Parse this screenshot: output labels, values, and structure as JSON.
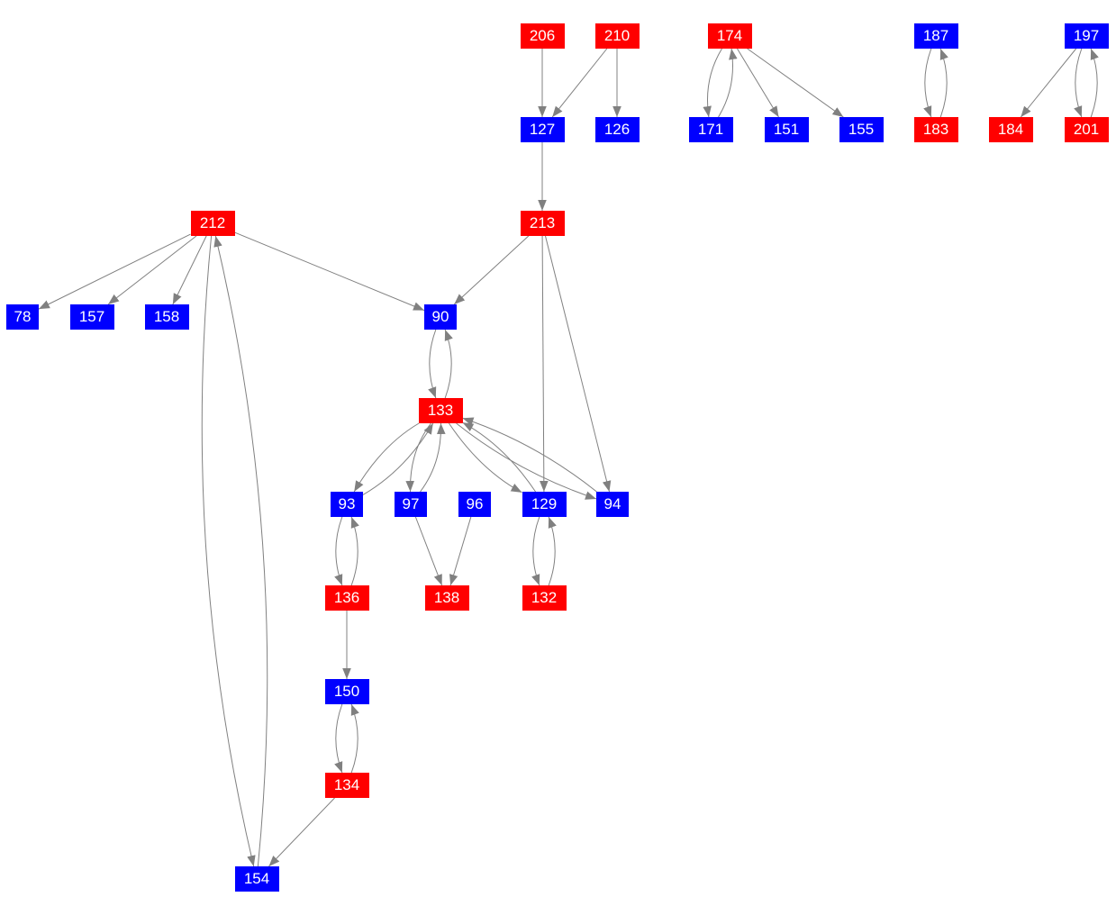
{
  "colors": {
    "red": "#ff0000",
    "blue": "#0000ff",
    "edge": "#808080"
  },
  "nodes": [
    {
      "id": "206",
      "color": "red"
    },
    {
      "id": "210",
      "color": "red"
    },
    {
      "id": "174",
      "color": "red"
    },
    {
      "id": "187",
      "color": "blue"
    },
    {
      "id": "197",
      "color": "blue"
    },
    {
      "id": "127",
      "color": "blue"
    },
    {
      "id": "126",
      "color": "blue"
    },
    {
      "id": "171",
      "color": "blue"
    },
    {
      "id": "151",
      "color": "blue"
    },
    {
      "id": "155",
      "color": "blue"
    },
    {
      "id": "183",
      "color": "red"
    },
    {
      "id": "184",
      "color": "red"
    },
    {
      "id": "201",
      "color": "red"
    },
    {
      "id": "212",
      "color": "red"
    },
    {
      "id": "213",
      "color": "red"
    },
    {
      "id": "78",
      "color": "blue"
    },
    {
      "id": "157",
      "color": "blue"
    },
    {
      "id": "158",
      "color": "blue"
    },
    {
      "id": "90",
      "color": "blue"
    },
    {
      "id": "133",
      "color": "red"
    },
    {
      "id": "93",
      "color": "blue"
    },
    {
      "id": "97",
      "color": "blue"
    },
    {
      "id": "96",
      "color": "blue"
    },
    {
      "id": "129",
      "color": "blue"
    },
    {
      "id": "94",
      "color": "blue"
    },
    {
      "id": "136",
      "color": "red"
    },
    {
      "id": "138",
      "color": "red"
    },
    {
      "id": "132",
      "color": "red"
    },
    {
      "id": "150",
      "color": "blue"
    },
    {
      "id": "134",
      "color": "red"
    },
    {
      "id": "154",
      "color": "blue"
    }
  ],
  "edges": [
    [
      "206",
      "127"
    ],
    [
      "210",
      "127"
    ],
    [
      "210",
      "126"
    ],
    [
      "174",
      "171"
    ],
    [
      "171",
      "174"
    ],
    [
      "174",
      "151"
    ],
    [
      "174",
      "155"
    ],
    [
      "187",
      "183"
    ],
    [
      "183",
      "187"
    ],
    [
      "197",
      "184"
    ],
    [
      "197",
      "201"
    ],
    [
      "201",
      "197"
    ],
    [
      "127",
      "213"
    ],
    [
      "213",
      "90"
    ],
    [
      "213",
      "129"
    ],
    [
      "213",
      "94"
    ],
    [
      "212",
      "78"
    ],
    [
      "212",
      "157"
    ],
    [
      "212",
      "158"
    ],
    [
      "212",
      "90"
    ],
    [
      "212",
      "154"
    ],
    [
      "154",
      "212"
    ],
    [
      "90",
      "133"
    ],
    [
      "133",
      "90"
    ],
    [
      "133",
      "93"
    ],
    [
      "93",
      "133"
    ],
    [
      "133",
      "97"
    ],
    [
      "97",
      "133"
    ],
    [
      "133",
      "129"
    ],
    [
      "129",
      "133"
    ],
    [
      "133",
      "94"
    ],
    [
      "94",
      "133"
    ],
    [
      "97",
      "138"
    ],
    [
      "96",
      "138"
    ],
    [
      "129",
      "132"
    ],
    [
      "132",
      "129"
    ],
    [
      "93",
      "136"
    ],
    [
      "136",
      "93"
    ],
    [
      "136",
      "150"
    ],
    [
      "150",
      "134"
    ],
    [
      "134",
      "150"
    ],
    [
      "134",
      "154"
    ]
  ]
}
